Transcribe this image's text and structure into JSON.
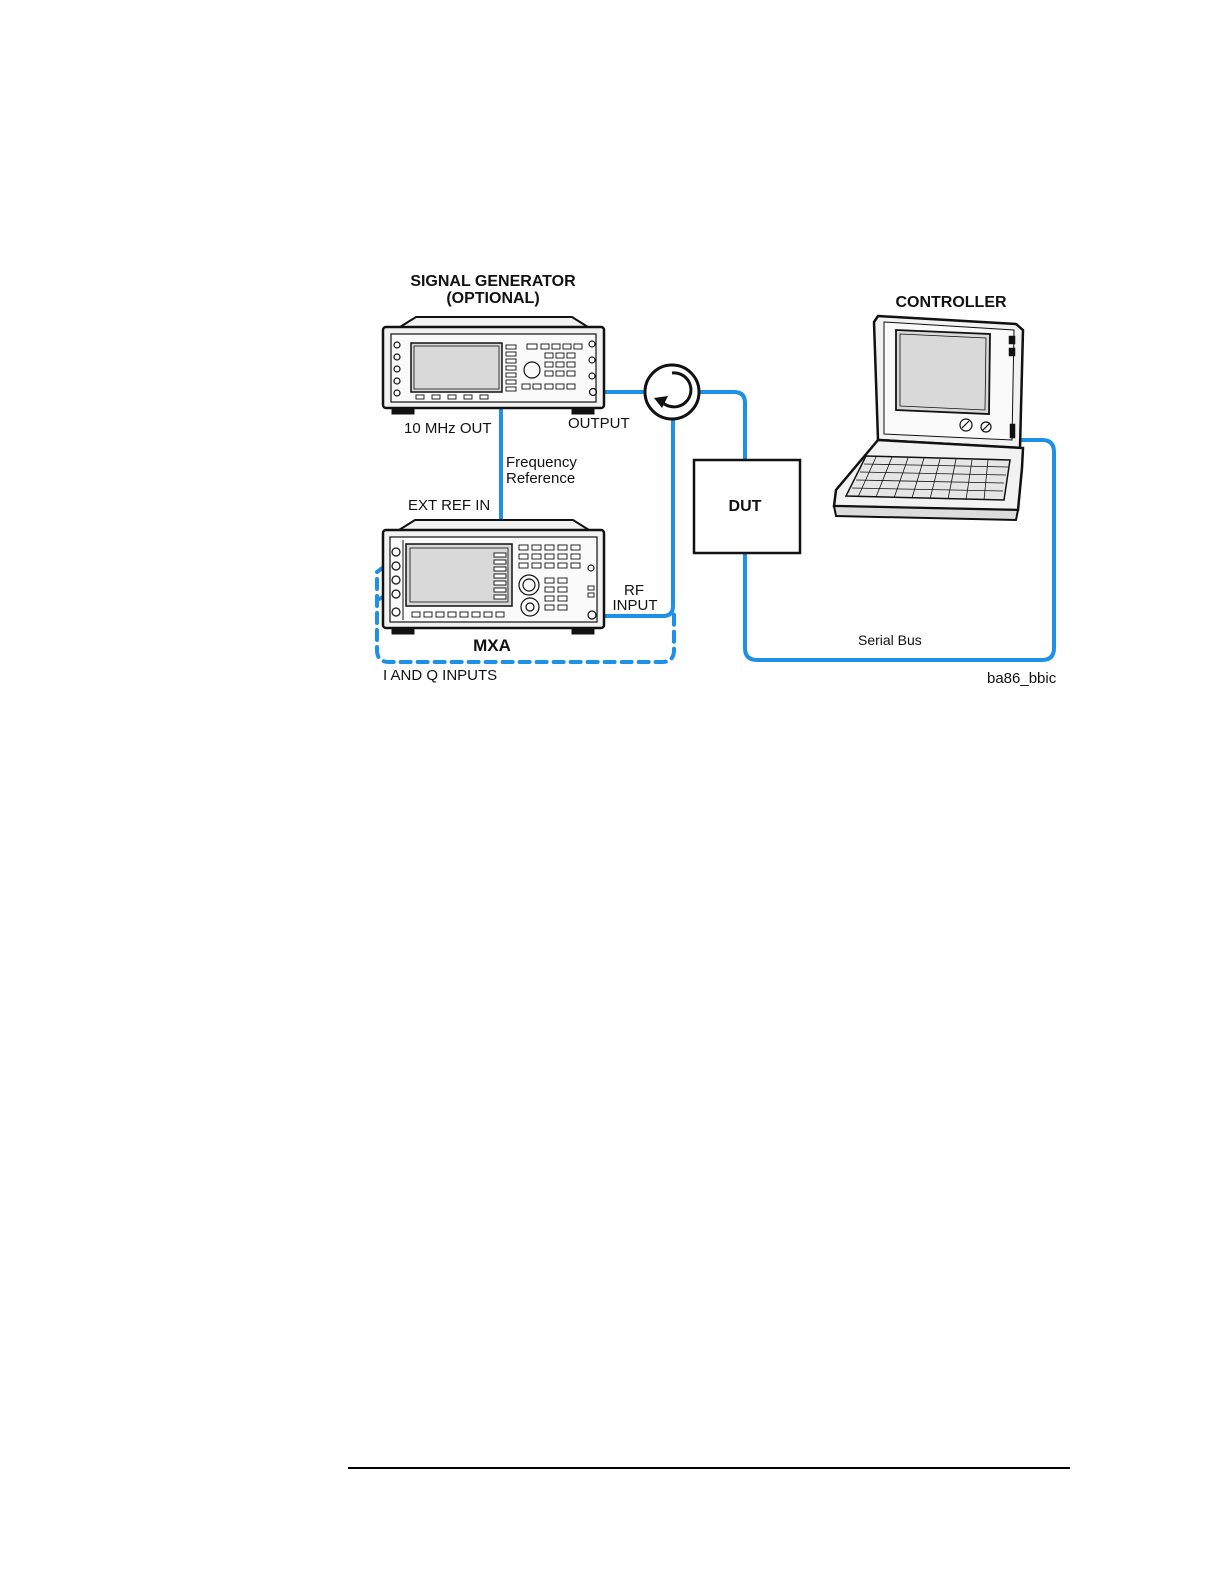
{
  "colors": {
    "cable": "#1e90e6",
    "outline": "#111111",
    "panel": "#f2f2f2",
    "screen": "#d9d9d9"
  },
  "labels": {
    "signal_generator": "SIGNAL GENERATOR",
    "optional": "(OPTIONAL)",
    "controller": "CONTROLLER",
    "ten_mhz_out": "10 MHz OUT",
    "output": "OUTPUT",
    "frequency": "Frequency",
    "reference": "Reference",
    "ext_ref_in": "EXT REF IN",
    "dut": "DUT",
    "rf": "RF",
    "input": "INPUT",
    "mxa": "MXA",
    "serial_bus": "Serial Bus",
    "i_and_q_inputs": "I AND Q INPUTS",
    "figure_id": "ba86_bbic"
  }
}
